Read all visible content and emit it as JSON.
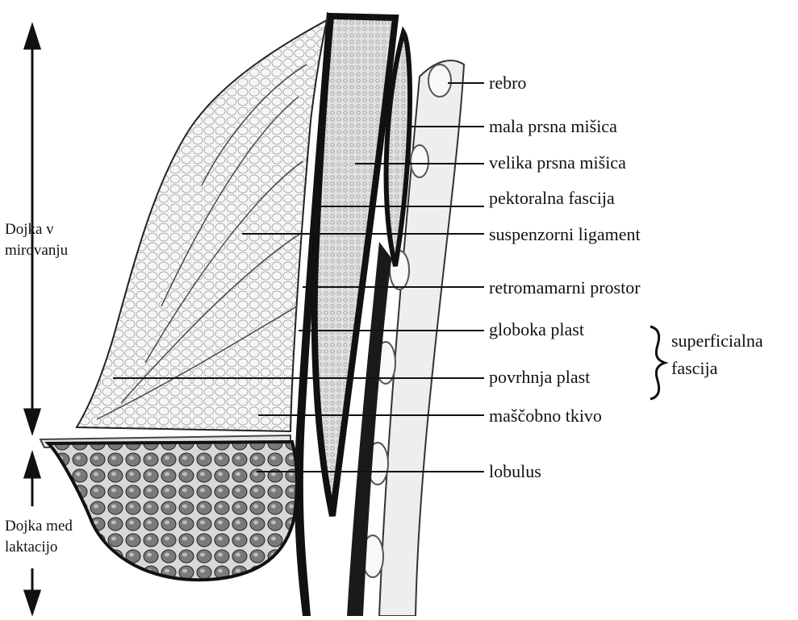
{
  "labels": {
    "rebro": "rebro",
    "mala": "mala prsna mišica",
    "velika": "velika prsna mišica",
    "pektoralna": "pektoralna fascija",
    "suspenzorni": "suspenzorni ligament",
    "retromamarni": "retromamarni prostor",
    "globoka": "globoka plast",
    "povrhnja": "povrhnja plast",
    "mascobno": "maščobno tkivo",
    "lobulus": "lobulus"
  },
  "brace_label": {
    "line1": "superficialna",
    "line2": "fascija"
  },
  "side": {
    "rest": {
      "line1": "Dojka v",
      "line2": "mirovanju"
    },
    "lact": {
      "line1": "Dojka med",
      "line2": "laktacijo"
    }
  },
  "colors": {
    "ink": "#111111",
    "tissue": "#f2f2f2",
    "muscle": "#d9d9d9",
    "fascia": "#1a1a1a",
    "lobule": "#6e6e6e"
  }
}
